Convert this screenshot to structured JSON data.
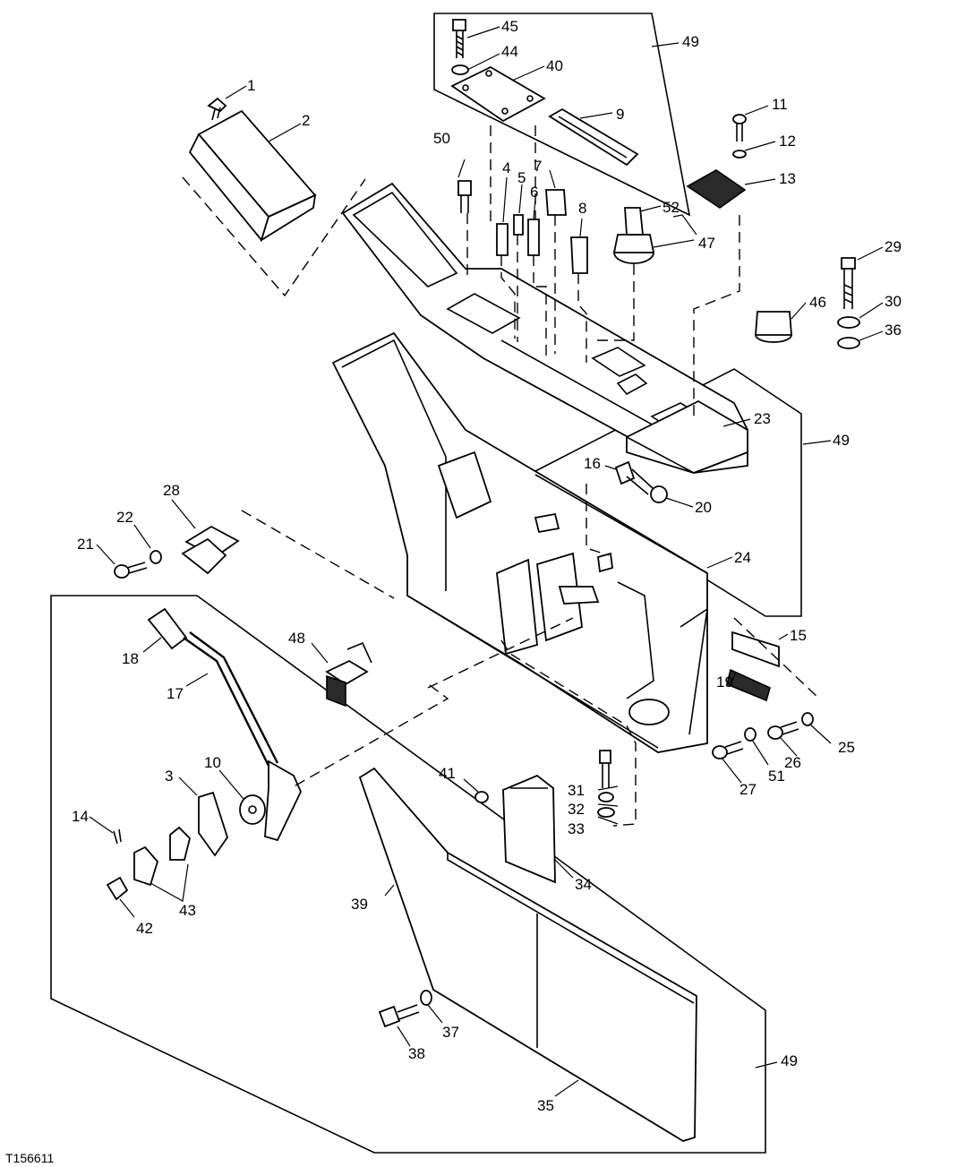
{
  "figure_id": "T156611",
  "callouts": [
    "1",
    "2",
    "3",
    "4",
    "5",
    "6",
    "7",
    "8",
    "9",
    "10",
    "11",
    "12",
    "13",
    "14",
    "15",
    "16",
    "17",
    "18",
    "19",
    "20",
    "21",
    "22",
    "23",
    "24",
    "25",
    "26",
    "27",
    "28",
    "29",
    "30",
    "31",
    "32",
    "33",
    "34",
    "35",
    "36",
    "37",
    "38",
    "39",
    "40",
    "41",
    "42",
    "43",
    "44",
    "45",
    "46",
    "47",
    "48",
    "49",
    "49",
    "49",
    "50",
    "51",
    "52"
  ],
  "colors": {
    "ink": "#000000",
    "paper": "#ffffff"
  }
}
